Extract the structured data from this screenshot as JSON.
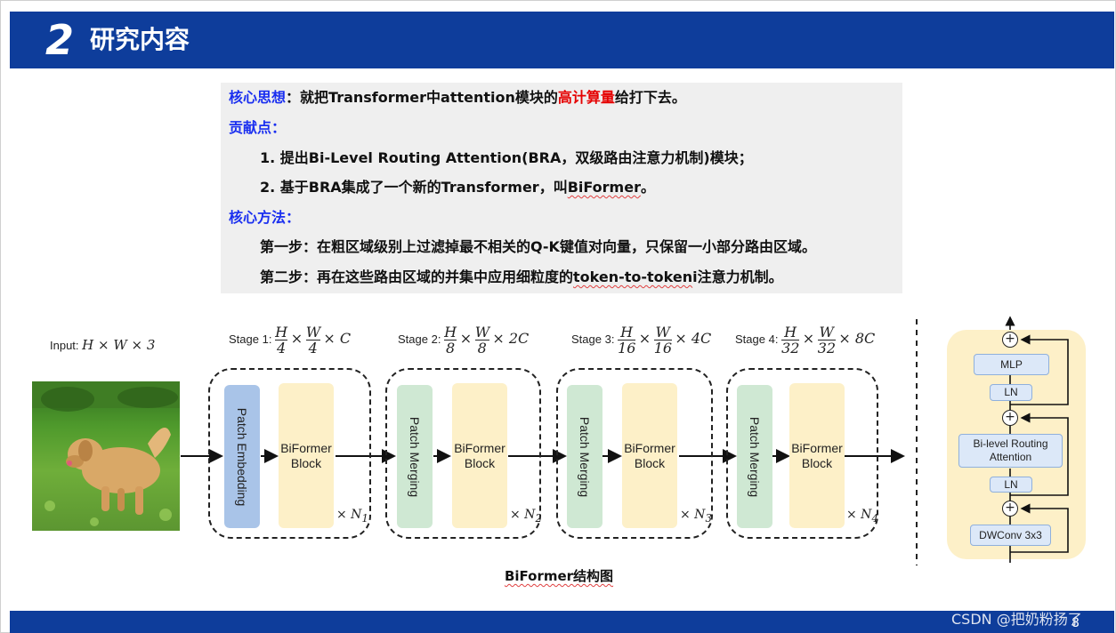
{
  "header": {
    "number": "2",
    "title": "研究内容"
  },
  "text": {
    "l1_label": "核心思想",
    "l1_sep": "：",
    "l1_pre": "就把Transformer中attention模块的",
    "l1_red": "高计算量",
    "l1_post": "给打下去。",
    "l2_label": "贡献点：",
    "l3": "1.   提出Bi-Level Routing Attention(BRA，双级路由注意力机制)模块；",
    "l4_pre": "2.   基于BRA集成了一个新的Transformer，叫",
    "l4_u": "BiFormer",
    "l4_post": "。",
    "l5_label": "核心方法：",
    "l6": "第一步：在粗区域级别上过滤掉最不相关的Q-K键值对向量，只保留一小部分路由区域。",
    "l7_pre": "第二步：再在这些路由区域的并集中应用细粒度的",
    "l7_u": "token-to-token",
    "l7_post": "i注意力机制。"
  },
  "diagram": {
    "input_label": "Input:",
    "input_math": "H × W × 3",
    "stages": [
      {
        "label": "Stage 1:",
        "num": "H",
        "den": "4",
        "num2": "W",
        "den2": "4",
        "ch": "× C",
        "first": "Patch Embedding",
        "second": "BiFormer Block",
        "reps": "× N",
        "sub": "1"
      },
      {
        "label": "Stage 2:",
        "num": "H",
        "den": "8",
        "num2": "W",
        "den2": "8",
        "ch": "× 2C",
        "first": "Patch Merging",
        "second": "BiFormer Block",
        "reps": "× N",
        "sub": "2"
      },
      {
        "label": "Stage 3:",
        "num": "H",
        "den": "16",
        "num2": "W",
        "den2": "16",
        "ch": "× 4C",
        "first": "Patch Merging",
        "second": "BiFormer Block",
        "reps": "× N",
        "sub": "3"
      },
      {
        "label": "Stage 4:",
        "num": "H",
        "den": "32",
        "num2": "W",
        "den2": "32",
        "ch": "× 8C",
        "first": "Patch Merging",
        "second": "BiFormer Block",
        "reps": "× N",
        "sub": "4"
      }
    ],
    "block_detail": {
      "mlp": "MLP",
      "ln1": "LN",
      "bra": "Bi-level Routing Attention",
      "ln2": "LN",
      "dwconv": "DWConv 3x3",
      "plus": "+"
    }
  },
  "caption": "BiFormer结构图",
  "footer": {
    "watermark": "CSDN @把奶粉扬了",
    "page": "8"
  },
  "colors": {
    "header_blue": "#0e3d9b",
    "label_blue": "#1a2ff0",
    "highlight_red": "#e50000",
    "patch_embed": "#a9c4e8",
    "patch_merge": "#cfe8d3",
    "biformer": "#fdf0c8"
  }
}
